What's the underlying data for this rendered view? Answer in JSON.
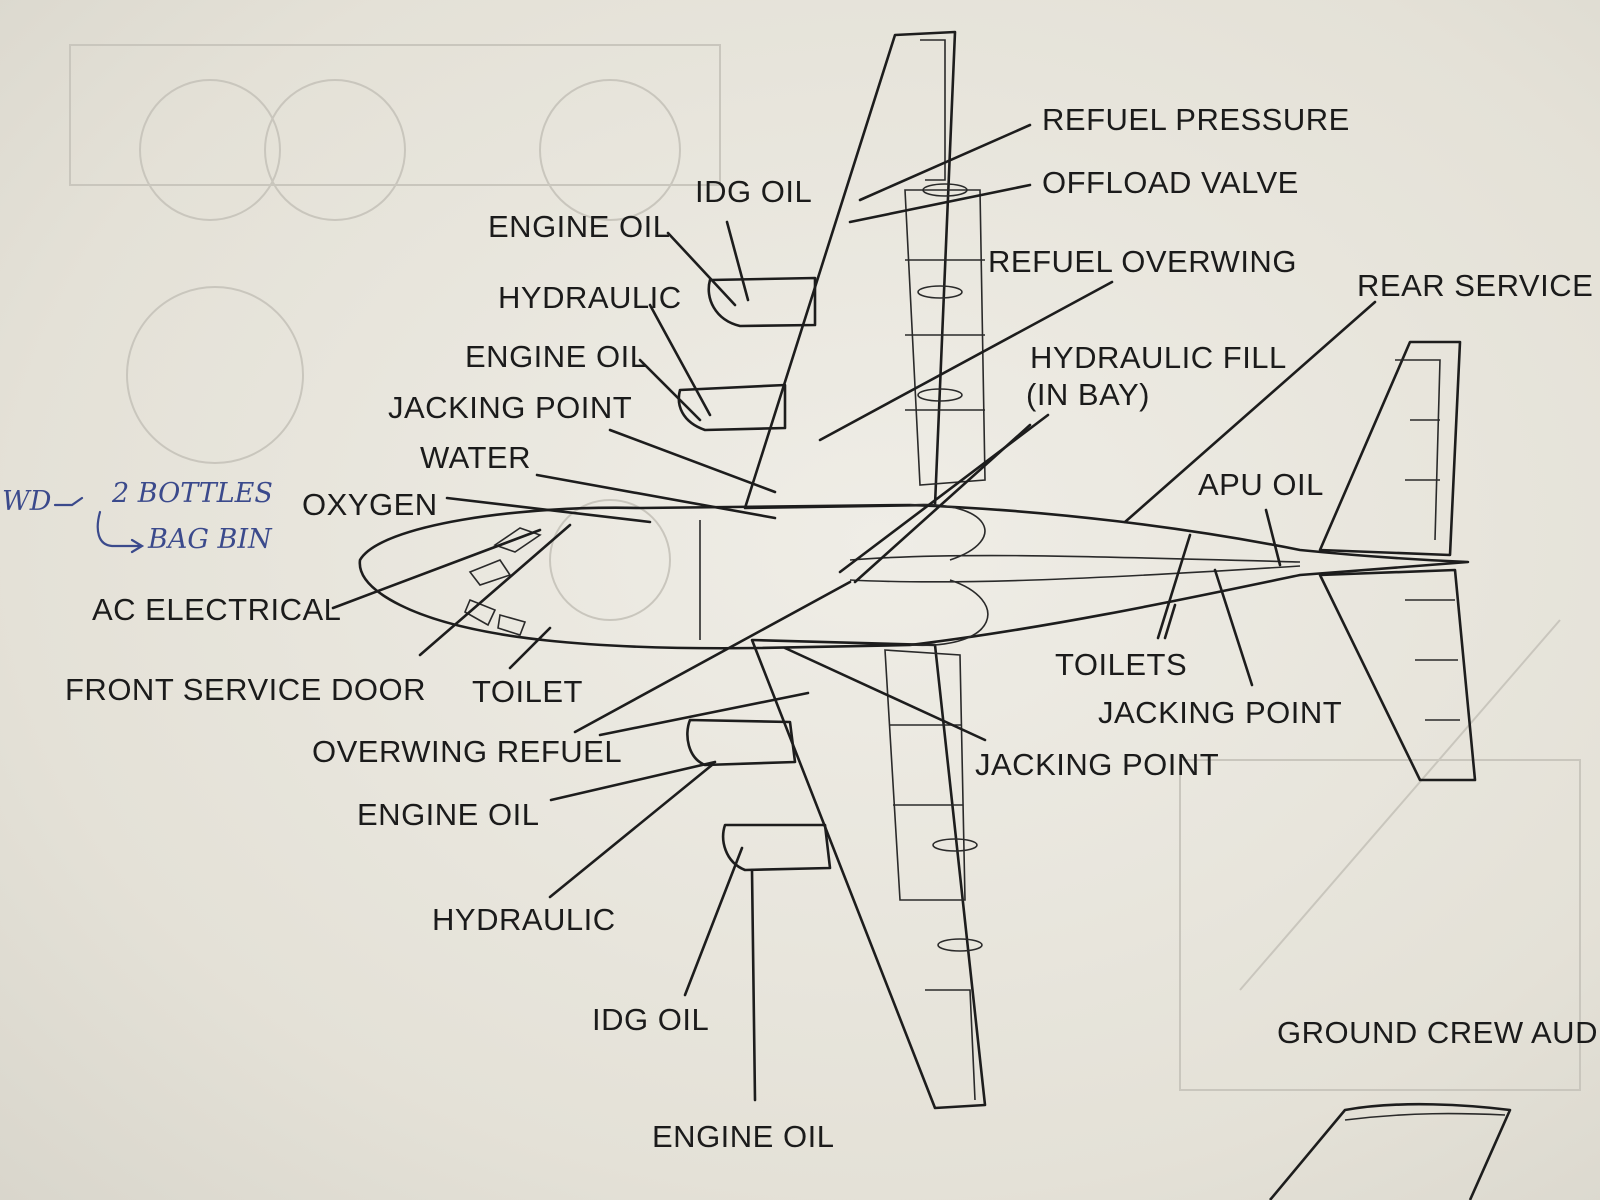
{
  "labels": {
    "refuel_pressure": "REFUEL PRESSURE",
    "offload_valve": "OFFLOAD VALVE",
    "idg_oil_top": "IDG OIL",
    "engine_oil_upper1": "ENGINE OIL",
    "refuel_overwing": "REFUEL OVERWING",
    "rear_service_door": "REAR SERVICE D",
    "hydraulic_upper": "HYDRAULIC",
    "engine_oil_upper2": "ENGINE OIL",
    "hydraulic_fill_line1": "HYDRAULIC FILL",
    "hydraulic_fill_line2": "(IN BAY)",
    "jacking_point_upper": "JACKING POINT",
    "water": "WATER",
    "apu_oil": "APU OIL",
    "oxygen": "OXYGEN",
    "ac_electrical": "AC ELECTRICAL",
    "front_service_door": "FRONT SERVICE DOOR",
    "toilet": "TOILET",
    "toilets": "TOILETS",
    "jacking_point_tail": "JACKING POINT",
    "overwing_refuel": "OVERWING REFUEL",
    "jacking_point_lower": "JACKING POINT",
    "engine_oil_lower1": "ENGINE OIL",
    "hydraulic_lower": "HYDRAULIC",
    "idg_oil_bottom": "IDG OIL",
    "engine_oil_bottom": "ENGINE OIL",
    "ground_crew": "GROUND CREW AUD"
  },
  "handwritten": {
    "line1_prefix": "WD",
    "line1": "2 BOTTLES",
    "line2": "BAG BIN"
  },
  "colors": {
    "ink": "#1d1d1d",
    "pen": "#3b4a8c",
    "paper": "#ebe8e0"
  }
}
